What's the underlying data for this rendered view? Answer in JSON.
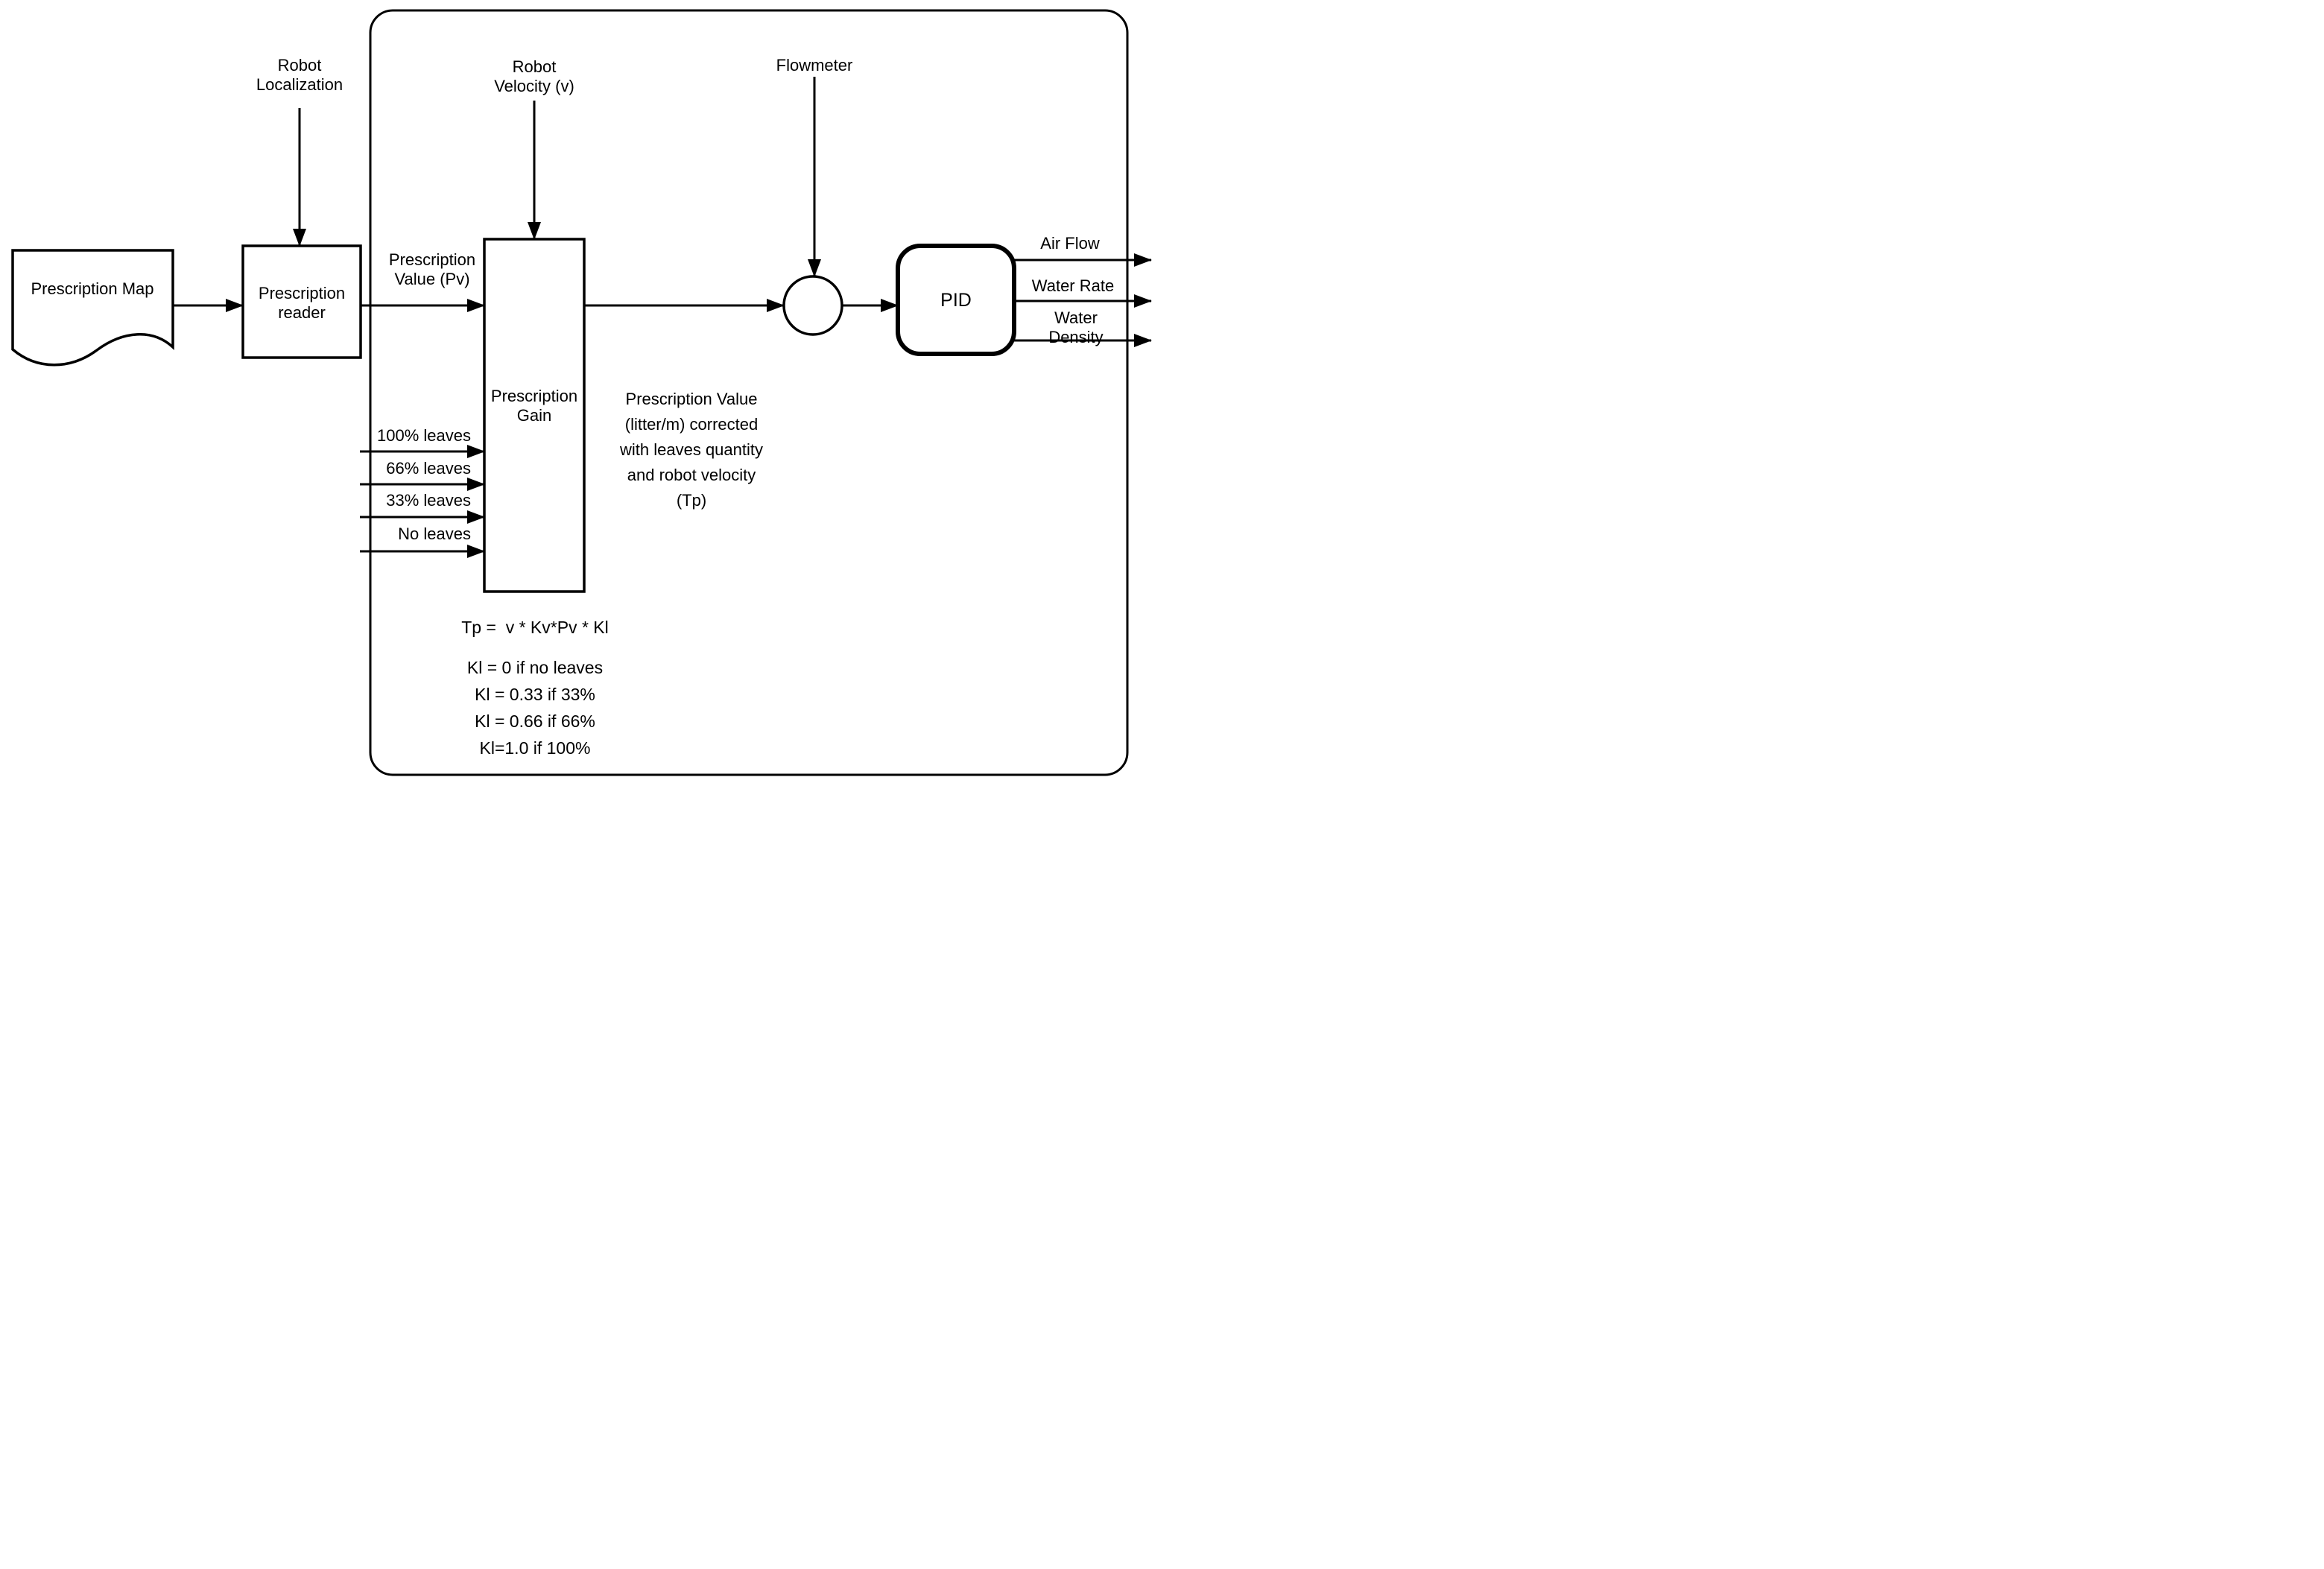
{
  "labels": {
    "prescription_map": "Prescription Map",
    "robot_localization": "Robot\nLocalization",
    "prescription_reader": "Prescription\nreader",
    "prescription_value_pv": "Prescription\nValue (Pv)",
    "robot_velocity": "Robot\nVelocity (v)",
    "prescription_gain": "Prescription\nGain",
    "flowmeter": "Flowmeter",
    "tp_annotation": "Prescription Value\n(litter/m) corrected\nwith leaves quantity\nand robot velocity\n(Tp)",
    "pid": "PID",
    "formula": "Tp =  v * Kv*Pv * Kl",
    "formula_conditions": "Kl = 0 if no leaves\nKl = 0.33 if 33%\nKl = 0.66 if 66%\nKl=1.0 if 100%",
    "leaves_inputs": [
      "100% leaves",
      "66% leaves",
      "33% leaves",
      "No leaves"
    ],
    "outputs": [
      "Air Flow",
      "Water Rate",
      "Water Density"
    ]
  },
  "colors": {
    "stroke": "#000000",
    "background": "#ffffff"
  }
}
